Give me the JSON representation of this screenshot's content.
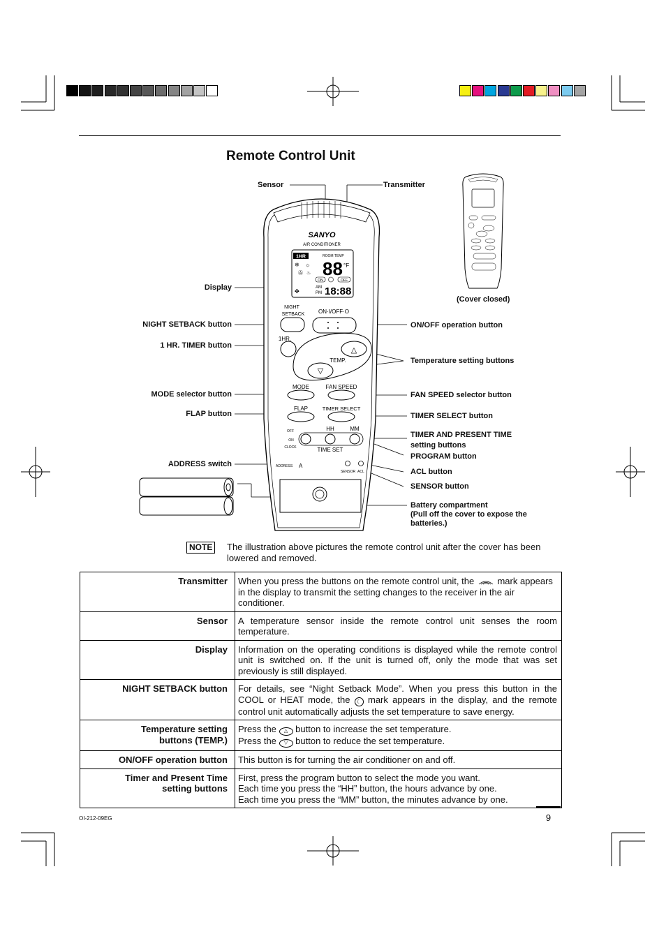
{
  "page": {
    "title": "Remote Control Unit",
    "footer_code": "OI-212-09EG",
    "page_number": "9"
  },
  "diagram": {
    "left_labels": {
      "display": "Display",
      "night_setback": "NIGHT SETBACK button",
      "hr_timer": "1 HR. TIMER button",
      "mode": "MODE selector button",
      "flap": "FLAP button",
      "address": "ADDRESS switch"
    },
    "top_labels": {
      "sensor": "Sensor",
      "transmitter": "Transmitter"
    },
    "right_labels": {
      "cover_closed": "(Cover closed)",
      "onoff": "ON/OFF operation button",
      "temperature": "Temperature setting buttons",
      "fan_speed": "FAN SPEED selector button",
      "timer_select": "TIMER SELECT button",
      "timer_present_line1": "TIMER AND PRESENT TIME",
      "timer_present_line2": "setting buttons",
      "program": "PROGRAM button",
      "acl": "ACL button",
      "sensor_button": "SENSOR button",
      "battery_line1": "Battery compartment",
      "battery_line2": "(Pull off the cover to expose the",
      "battery_line3": "batteries.)"
    },
    "remote": {
      "brand": "SANYO",
      "subtitle": "AIR CONDITIONER",
      "night": "NIGHT",
      "setback": "SETBACK",
      "onoff": "ON·I/OFF·O",
      "hr": "1HR.",
      "temp": "TEMP.",
      "mode": "MODE",
      "fan_speed": "FAN SPEED",
      "flap": "FLAP",
      "timer_select": "TIMER SELECT",
      "hh": "HH",
      "mm": "MM",
      "off": "OFF",
      "on": "ON",
      "clock": "CLOCK",
      "time_set": "TIME SET",
      "address": "ADDRESS",
      "address_value": "A",
      "sensor": "SENSOR",
      "acl": "ACL",
      "display_1hr": "1HR",
      "display_room_temp": "ROOM TEMP",
      "display_digits": "88",
      "display_unit": "°F",
      "display_on": "ON",
      "display_off": "OFF",
      "display_am": "AM",
      "display_pm": "PM",
      "display_time": "18:88"
    }
  },
  "note": {
    "label": "NOTE",
    "text": "The illustration above pictures the remote control unit after the cover has been lowered and removed."
  },
  "table": {
    "transmitter": {
      "label": "Transmitter",
      "text_a": "When you press the buttons on the remote control unit, the",
      "text_b": "mark appears in the display to transmit the setting changes to the receiver in the air conditioner."
    },
    "sensor": {
      "label": "Sensor",
      "text": "A temperature sensor inside the remote control unit senses the room temperature."
    },
    "display": {
      "label": "Display",
      "text": "Information on the operating conditions is displayed while the remote control unit is switched on. If the unit is turned off, only the mode that was set previously is still displayed."
    },
    "night": {
      "label": "NIGHT SETBACK button",
      "text_a": "For details, see “Night Setback Mode”. When you press this button in the COOL or HEAT mode, the",
      "text_b": "mark appears in the display, and the remote control unit automatically adjusts the set temperature to save energy."
    },
    "temp": {
      "label_line1": "Temperature setting",
      "label_line2": "buttons (TEMP.)",
      "line1_a": "Press the",
      "line1_b": "button to increase the set temperature.",
      "line2_a": "Press the",
      "line2_b": "button to reduce the set temperature."
    },
    "onoff": {
      "label": "ON/OFF operation button",
      "text": "This button is for turning the air conditioner on and off."
    },
    "timer": {
      "label_line1": "Timer and Present Time",
      "label_line2": "setting buttons",
      "line1": "First, press the program button to select the mode you want.",
      "line2": "Each time you press the “HH” button, the hours advance by one.",
      "line3": "Each time you press the “MM” button, the minutes advance by one."
    }
  },
  "colors": {
    "gray_bar": [
      "#000000",
      "#141414",
      "#1e1e1e",
      "#282828",
      "#323232",
      "#444444",
      "#575757",
      "#6c6c6c",
      "#858585",
      "#a2a2a2",
      "#c4c4c4",
      "#ffffff"
    ],
    "color_bar": [
      "#f6ef12",
      "#e5127e",
      "#00a5e0",
      "#2a3a92",
      "#0d9a4b",
      "#e21c24",
      "#f8f28c",
      "#ef8fc2",
      "#7ccbef",
      "#a4a4a4"
    ]
  }
}
